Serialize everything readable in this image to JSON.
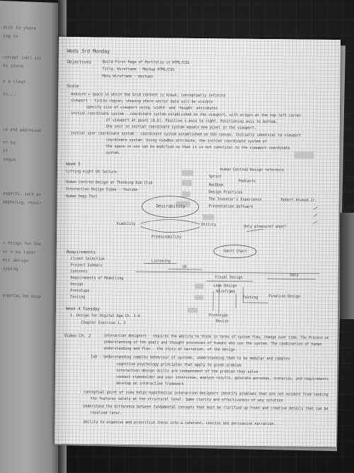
{
  "left_page": {
    "lines": [
      "atch to share",
      "ing to",
      "concept (xml) int",
      "to store",
      "s a clear",
      "is...",
      "cd and addressed",
      "or by",
      "it",
      "seque",
      "aspects, such as",
      "appearing, requir",
      "s things for the",
      "ur = ea layer",
      "mic design",
      "ipping",
      "properties, best design"
    ]
  },
  "header": {
    "title": "Weds 3rd Monday"
  },
  "objectives": {
    "label": "Objectives",
    "items": [
      "Build First Page of Portfolio in HTML/CSS",
      "Title, Wireframe - Mockup HTML/CSS",
      "Menu Wireframe - mockups"
    ]
  },
  "scale": {
    "label": "Scale",
    "items": [
      "measure = space in which the Grid content is known, conceptually infinite",
      "viewport - finite region, showing where vector data will be visible",
      "specify size of viewport using 'width' and 'height' attributes",
      "initial coordinate system - coordinate system established on the viewport, with origin at the top left corner",
      "of viewport at point (0,0). Positive x-axis to right. Positioning axis to bottom.",
      "One unit in initial coordinate system equals one pixel in the viewport.",
      "initial user coordinate system - coordinate system established on SVG canvas. Initially identical to viewport",
      "coordinate system. Using viewBox attribute, the initial coordinate system of",
      "the space in use can be modified so that it is not identical to the viewport coordinate",
      "system."
    ]
  },
  "week": {
    "label": "Week 5",
    "lines": [
      "Lifting eight UX lecture",
      "Human Centred Design at Thinking Dub Club",
      "Interaction Design Video - Youtube",
      "Human Dogs Text"
    ]
  },
  "references": {
    "label": "Human Centred Design reference",
    "items": [
      "Sprint",
      "Podcasts",
      "MacBook",
      "Design Practices",
      "The Inventor's Experience",
      "Robert Atwood Jr.",
      "Presentation Software"
    ]
  },
  "diagram": {
    "center": "Desirability",
    "left": "Viability",
    "right": "Utility",
    "bottom": "Pleasurability",
    "callout": "Only pleasure? what?"
  },
  "gantt": {
    "title": "Gantt Chart",
    "bars": [
      "Listening",
      "UX",
      "Visual Design",
      "Data"
    ],
    "tasks": [
      "Look Design",
      "Wireframe",
      "Testing",
      "Prototype",
      "Finalise Design",
      "Revise"
    ]
  },
  "deliverables": {
    "label": "Requirements",
    "items": [
      "Client Selection",
      "Project Summary",
      "Contents",
      "Requirements of Modelling",
      "Design",
      "Prototype",
      "Testing"
    ]
  },
  "week4": {
    "label": "Week 4 Tuesday",
    "lines": [
      "1. Design for Digital Age Ch. 1-4",
      "Chapter Exercise 1, 2"
    ]
  },
  "notes": {
    "label": "Video Ch. 2",
    "lines": [
      "interaction designers - requires the ability to think in terms of system flow, change over time. The Process on",
      "understanding of the goals and thought processes of humans who use the system. The combination of human",
      "understanding and flow - the story of narration, of the design.",
      "IxD - Understanding complex behaviour of systems, understanding them to be modular and complex",
      "cognitive psychology principles that apply to given problem",
      "interaction design skills are independent of the problem they solve",
      "conduct stakeholder and user interviews, analyse results, generate personas, scenarios, and requirements",
      "develop an interaction framework",
      "conceptual point of view helps hypothesise interaction designers identify problems that are not evident from looking",
      "the features solely at the structural level. Same clarity and effectiveness of any solution",
      "Understand the difference between fundamental concepts that must be clarified up-front and creative details that can be",
      "resolved later.",
      "ability to organise and prioritise these into a coherent, concise and persuasive narration."
    ]
  }
}
